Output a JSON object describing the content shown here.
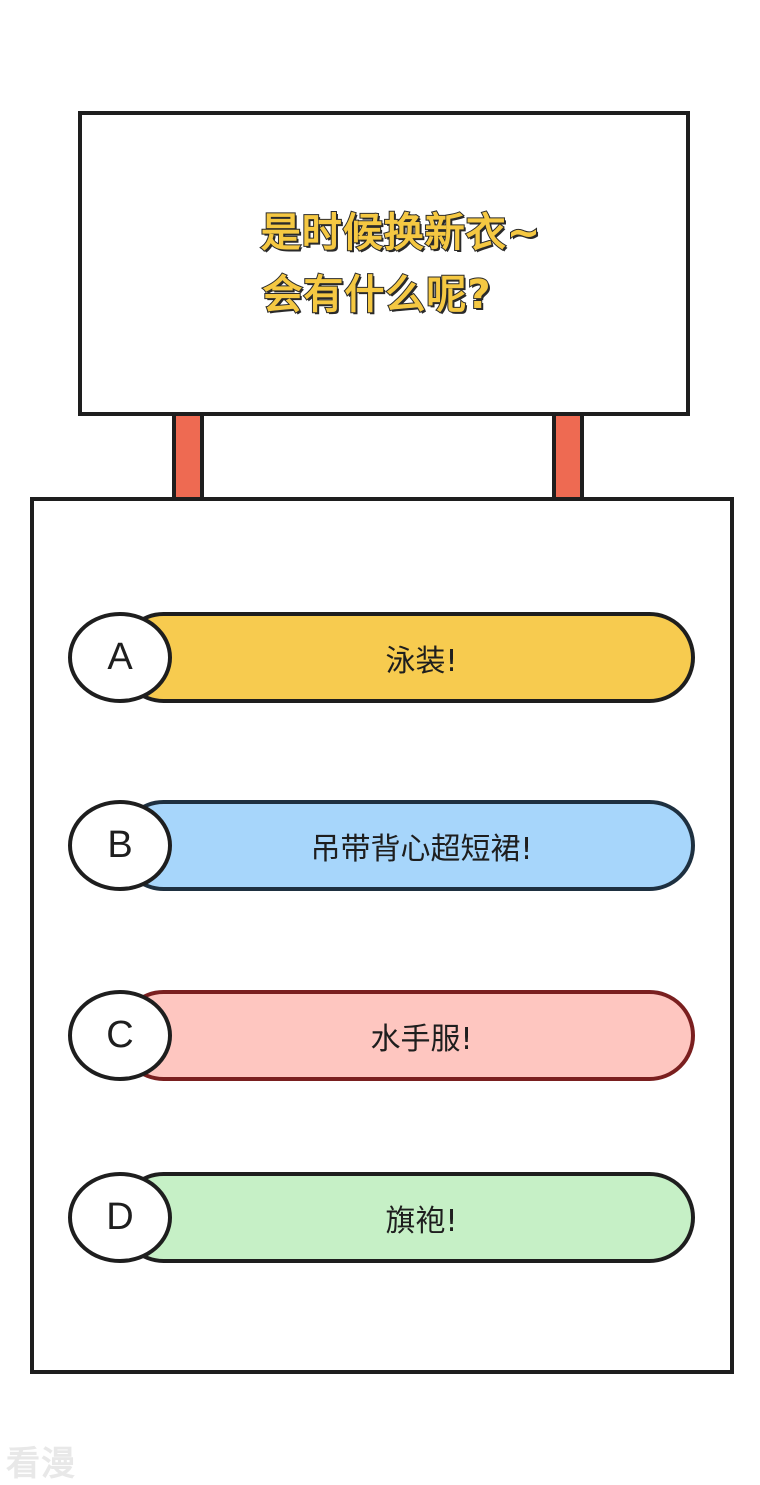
{
  "sign": {
    "line1": "是时候换新衣~",
    "line2": "会有什么呢?"
  },
  "options": [
    {
      "letter": "A",
      "text": "泳装!"
    },
    {
      "letter": "B",
      "text": "吊带背心超短裙!"
    },
    {
      "letter": "C",
      "text": "水手服!"
    },
    {
      "letter": "D",
      "text": "旗袍!"
    }
  ],
  "watermark": "看漫",
  "colors": {
    "sign_text": "#f5c842",
    "post": "#ee6a52",
    "option_a": "#f7cb4f",
    "option_b": "#a7d6fb",
    "option_c": "#fec6c0",
    "option_d": "#c6f0c6",
    "outline": "#1e1e1e"
  }
}
